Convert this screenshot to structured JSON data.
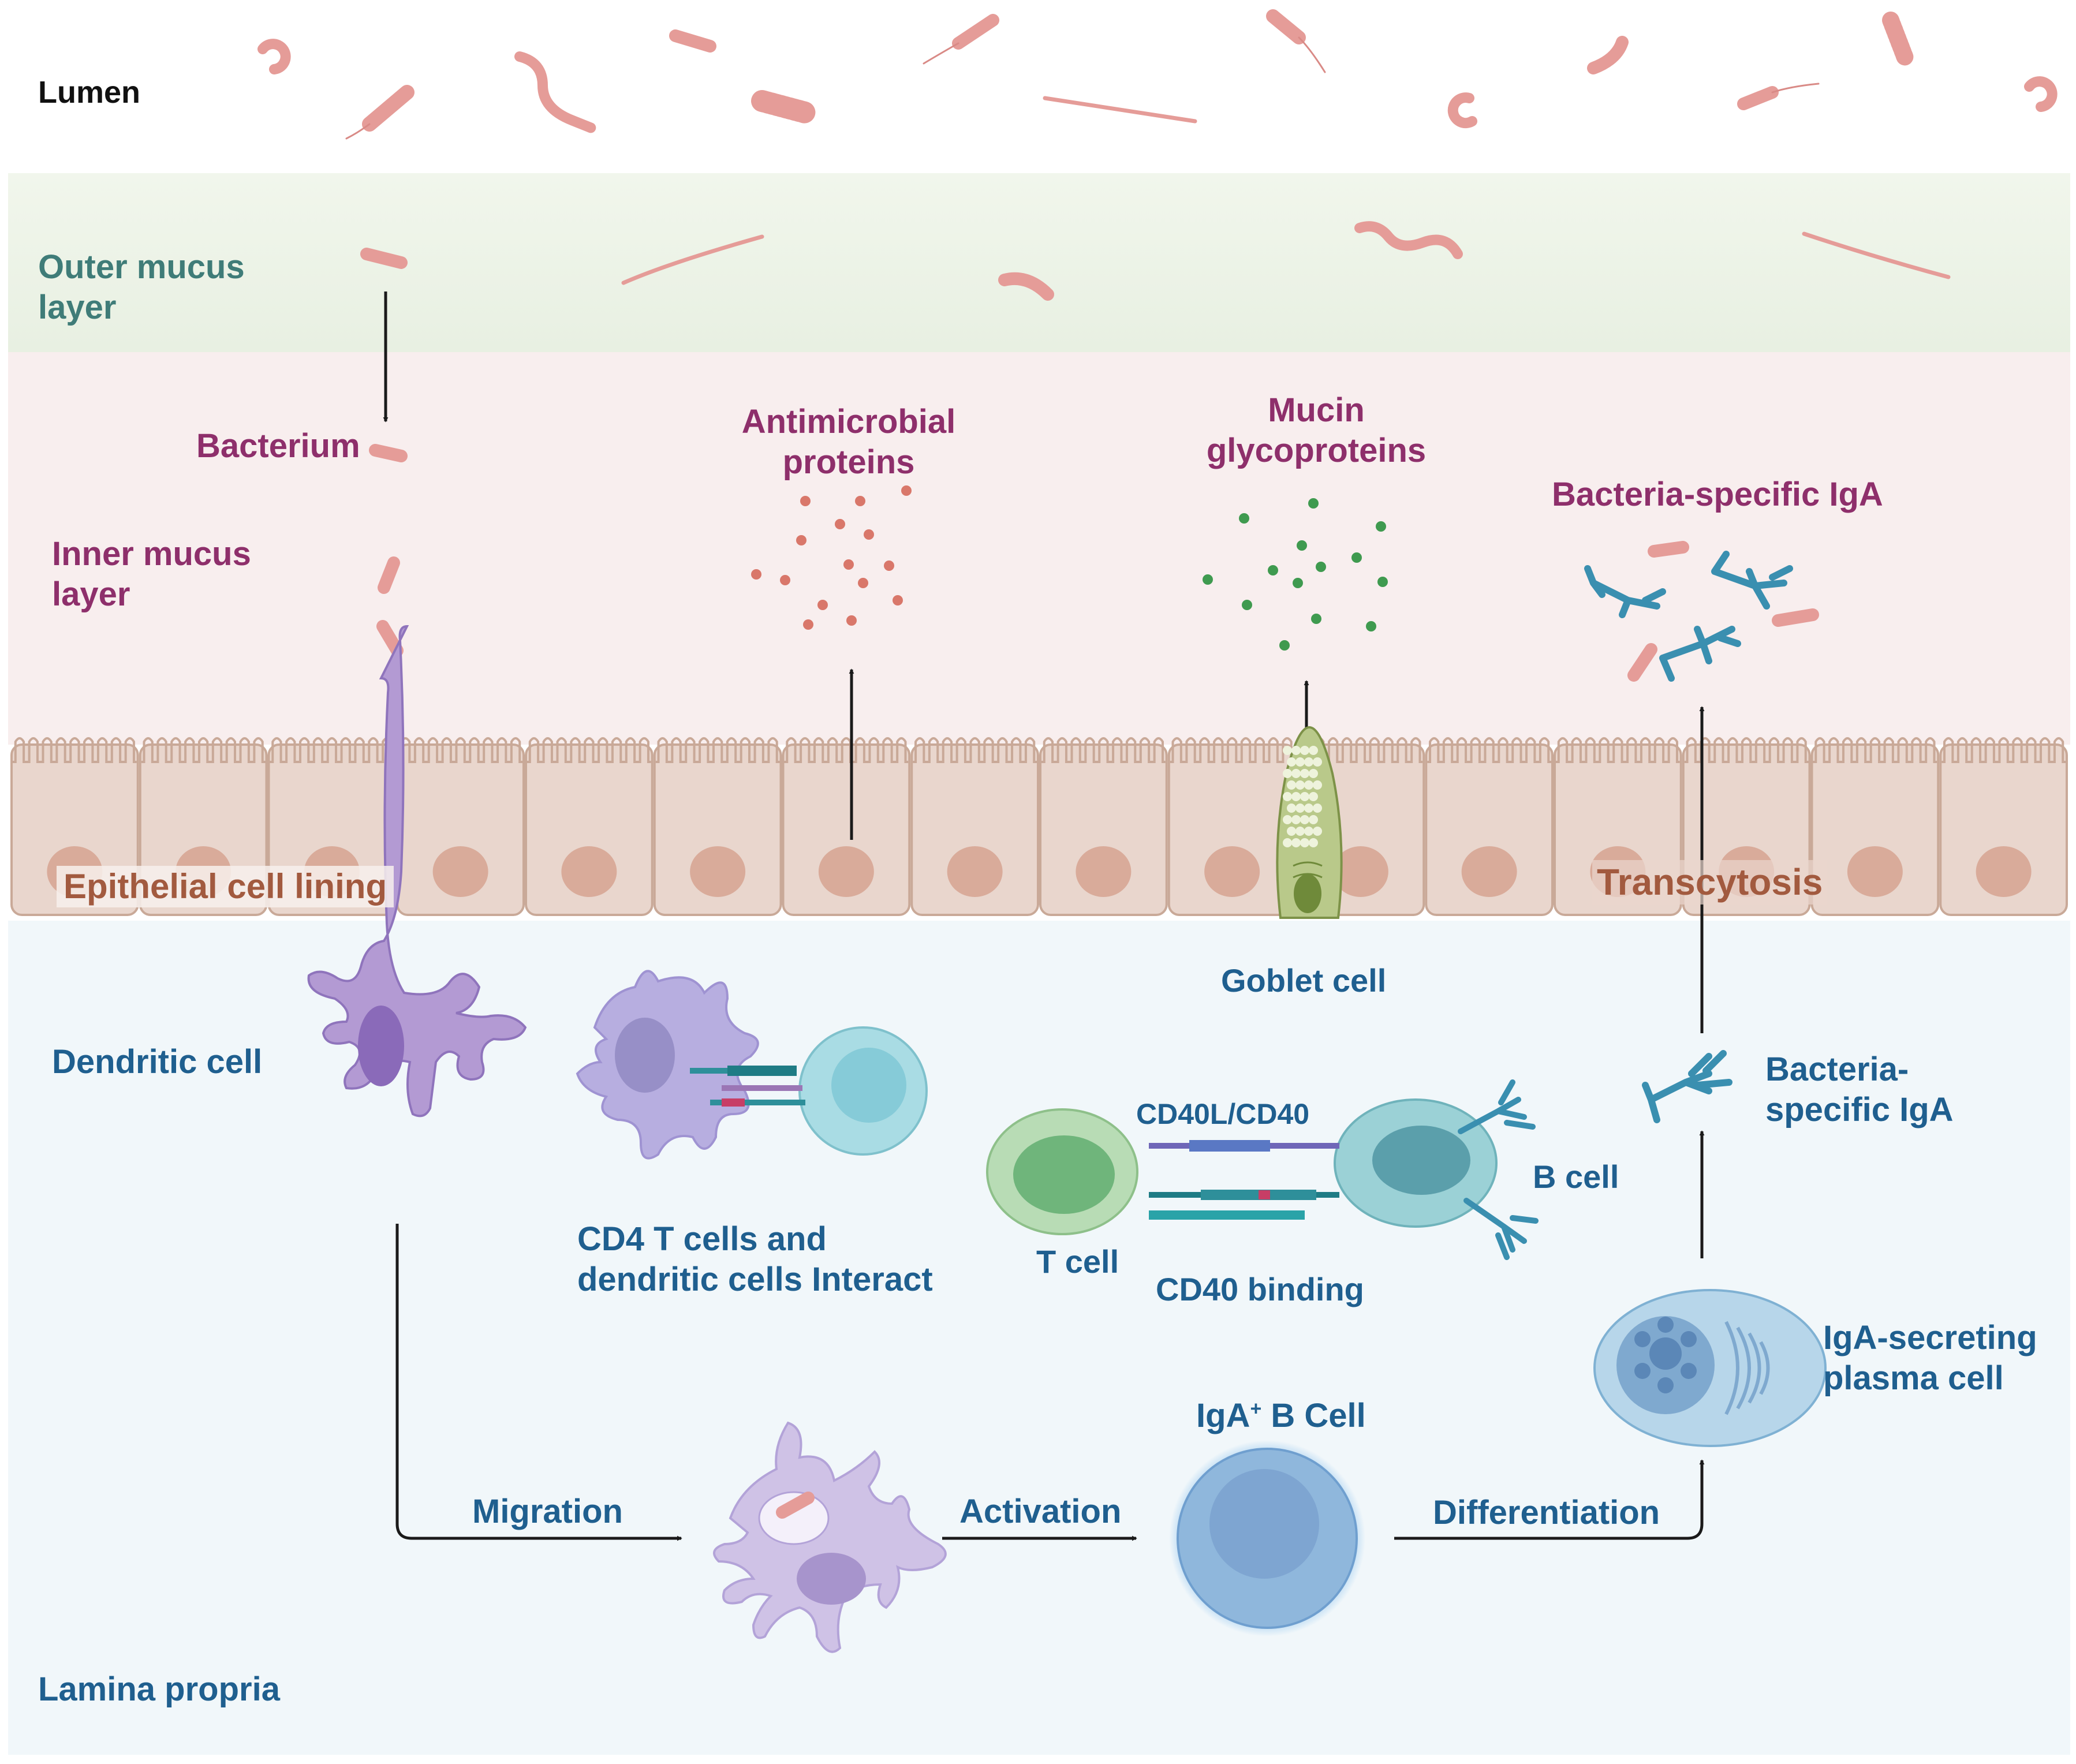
{
  "regions": {
    "lumen": "Lumen",
    "outer_mucus": [
      "Outer mucus",
      "layer"
    ],
    "inner_mucus": [
      "Inner mucus",
      "layer"
    ],
    "epithelium": "Epithelial cell lining",
    "lamina_propria": "Lamina propria"
  },
  "labels": {
    "bacterium": "Bacterium",
    "antimicrobial": [
      "Antimicrobial",
      "proteins"
    ],
    "mucin": [
      "Mucin",
      "glycoproteins"
    ],
    "bacteria_iga_top": "Bacteria-specific IgA",
    "transcytosis": "Transcytosis",
    "goblet_cell": "Goblet cell",
    "dendritic_cell": "Dendritic cell",
    "cd4_interact": [
      "CD4 T cells and",
      "dendritic cells Interact"
    ],
    "cd40l": "CD40L/CD40",
    "b_cell": "B cell",
    "t_cell": "T cell",
    "cd40_binding": "CD40 binding",
    "bacteria_iga_mid": [
      "Bacteria-",
      "specific IgA"
    ],
    "plasma_cell": [
      "IgA-secreting",
      "plasma cell"
    ],
    "iga_b_cell": "IgA",
    "iga_b_cell_sup": "+",
    "iga_b_cell_rest": " B Cell",
    "migration": "Migration",
    "activation": "Activation",
    "differentiation": "Differentiation"
  },
  "colors": {
    "label_blue": "#1f5f8f",
    "label_purple": "#8e2f6b",
    "label_teal": "#3f7c78",
    "label_brown": "#a25a3f",
    "outer_mucus_bg": "#eef4e8",
    "inner_mucus_bg": "#f8eeee",
    "lamina_bg": "#f1f7fa",
    "epithelial_cell": "#e9d6cd",
    "bacteria": "#e59c98",
    "dendritic": "#b39ad3",
    "antimicrobial_dot": "#d9776a",
    "mucin_dot": "#3f9a4f",
    "iga": "#3a8fb0"
  }
}
